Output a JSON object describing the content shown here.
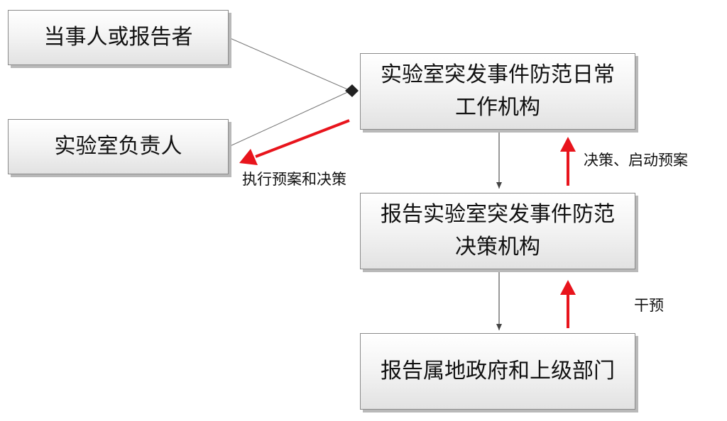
{
  "nodes": {
    "reporter": "当事人或报告者",
    "lab_head": "实验室负责人",
    "work_agency_line1": "实验室突发事件防范日常",
    "work_agency_line2": "工作机构",
    "decision_agency_line1": "报告实验室突发事件防范",
    "decision_agency_line2": "决策机构",
    "government": "报告属地政府和上级部门"
  },
  "edge_labels": {
    "execute": "执行预案和决策",
    "decide_launch": "决策、启动预案",
    "intervene": "干预"
  },
  "colors": {
    "highlight_arrow": "#e8141c",
    "flow_arrow": "#555555"
  }
}
